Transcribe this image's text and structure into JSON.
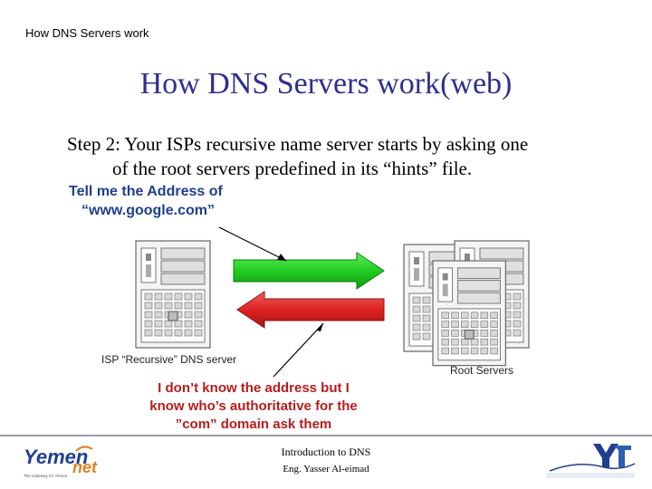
{
  "header": {
    "small_title": "How DNS Servers work"
  },
  "slide": {
    "title": "How DNS Servers work(web)",
    "step_line1": "Step 2: Your ISPs recursive name server starts by asking one",
    "step_line2": "of the root servers predefined in its “hints” file.",
    "callout_request_line1": "Tell me the Address of",
    "callout_request_line2": "“www.google.com”",
    "callout_reply_line1": "I don’t know the address  but I",
    "callout_reply_line2": "know who’s authoritative for the",
    "callout_reply_line3": "”com” domain ask them",
    "isp_server_label": "ISP “Recursive” DNS server",
    "root_servers_label": "Root Servers"
  },
  "footer": {
    "title": "Introduction to DNS",
    "author": "Eng. Yasser Al-eimad",
    "left_logo_text": "Yemen",
    "left_logo_text2": "net",
    "left_logo_tagline": "The  Gateway   for  Yemen",
    "right_logo_text": "YT"
  },
  "colors": {
    "title": "#2f2f8f",
    "request_arrow": "#22cc22",
    "reply_arrow": "#dd2222",
    "callout_request": "#1f3f8f",
    "callout_reply": "#b81c1c"
  }
}
